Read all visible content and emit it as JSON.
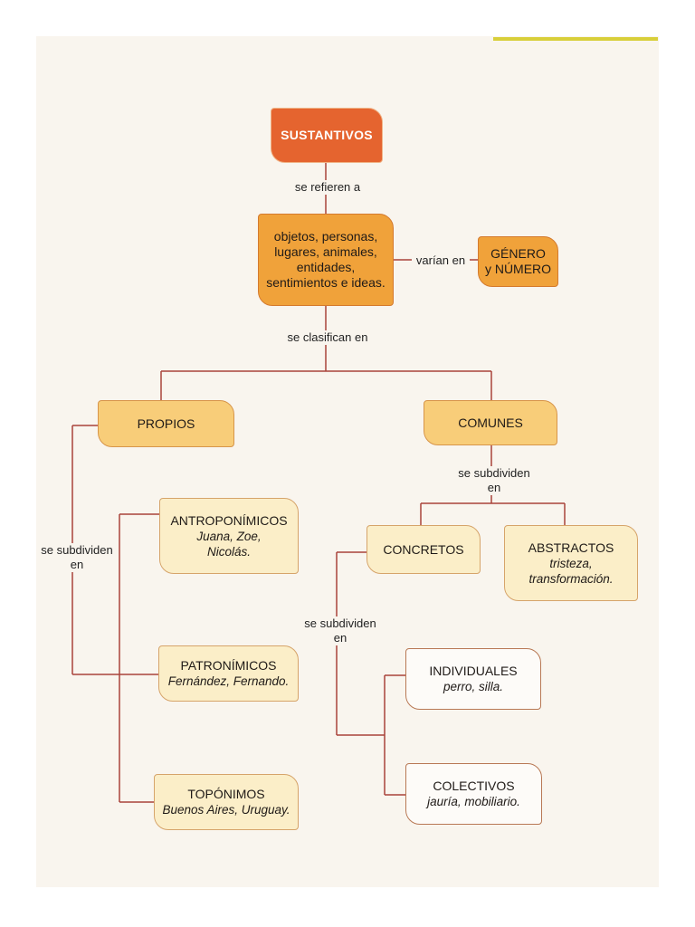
{
  "nodes": {
    "sustantivos": "SUSTANTIVOS",
    "referentes": "objetos, personas, lugares, animales, entidades, sentimientos e ideas.",
    "genero_line1": "GÉNERO",
    "genero_line2": "y NÚMERO",
    "propios": "PROPIOS",
    "comunes": "COMUNES",
    "antroponimicos": {
      "title": "ANTROPONÍMICOS",
      "example_1": "Juana, Zoe,",
      "example_2": "Nicolás."
    },
    "patronimicos": {
      "title": "PATRONÍMICOS",
      "example": "Fernández, Fernando."
    },
    "toponimos": {
      "title": "TOPÓNIMOS",
      "example": "Buenos Aires, Uruguay."
    },
    "concretos": "CONCRETOS",
    "abstractos": {
      "title": "ABSTRACTOS",
      "example_1": "tristeza,",
      "example_2": "transformación."
    },
    "individuales": {
      "title": "INDIVIDUALES",
      "example": "perro, silla."
    },
    "colectivos": {
      "title": "COLECTIVOS",
      "example": "jauría, mobiliario."
    }
  },
  "connectors": {
    "se_refieren_a": "se refieren a",
    "varian_en": "varían en",
    "se_clasifican_en": "se clasifican en",
    "comunes_subdividen_1": "se subdividen",
    "comunes_subdividen_2": "en",
    "propios_subdividen_1": "se subdividen",
    "propios_subdividen_2": "en",
    "concretos_subdividen_1": "se subdividen",
    "concretos_subdividen_2": "en"
  },
  "colors": {
    "root": "#e5642f",
    "level1": "#f0a23a",
    "level2": "#f8cd79",
    "level3": "#fbeec8",
    "leaf": "#fdfbf8",
    "line": "#a9433a"
  }
}
